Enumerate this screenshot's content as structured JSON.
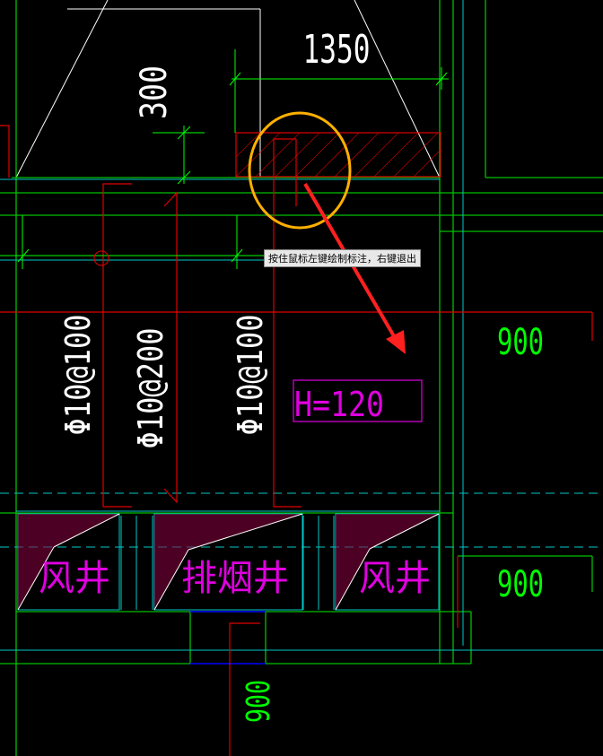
{
  "dimensions": {
    "top_width": "1350",
    "height_300": "300",
    "right_900_upper": "900",
    "right_900_lower": "900",
    "bottom_900": "900"
  },
  "rebar_labels": [
    "Φ10@100",
    "Φ10@200",
    "Φ10@100"
  ],
  "slab_thickness": "H=120",
  "shafts": [
    "风井",
    "排烟井",
    "风井"
  ],
  "tooltip": "按住鼠标左键绘制标注，右键退出",
  "colors": {
    "background": "#000000",
    "wall_green": "#00c000",
    "axis_cyan": "#00c8c8",
    "rebar_red": "#e00000",
    "text_white": "#ffffff",
    "magenta": "#e000e0",
    "dim_green": "#00ff00",
    "highlight_orange": "#ffb000",
    "arrow_red": "#ff2020",
    "blue_line": "#0000ff"
  },
  "icons": {
    "highlight": "orange-ellipse-marker",
    "pointer": "red-arrow"
  }
}
